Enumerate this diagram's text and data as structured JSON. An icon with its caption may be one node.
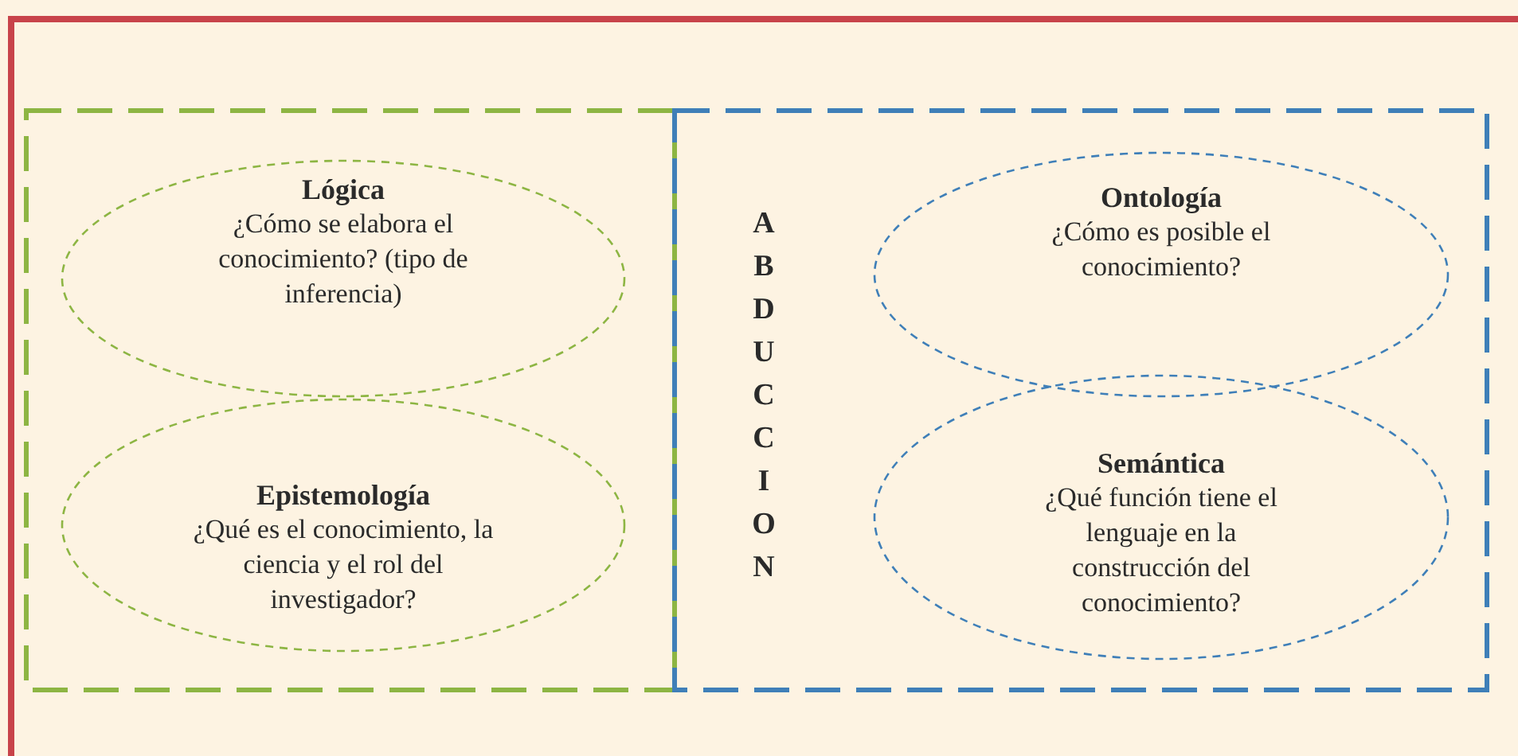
{
  "diagram": {
    "nodes": [
      {
        "text": [],
        "shape": "box"
      },
      {
        "text": [
          "Lógica",
          "¿Cómo se elabora el conocimiento? (tipo de inferencia)"
        ],
        "in": 0
      },
      {
        "text": [
          "Epistemología",
          "¿Qué es el conocimiento, la ciencia y el rol del investigador?"
        ],
        "in": 0
      },
      {
        "text": [],
        "shape": "box"
      },
      {
        "text": [
          "Ontología",
          "¿Cómo es posible el conocimiento?"
        ],
        "in": 3
      },
      {
        "text": [
          "Semántica",
          "¿Qué función tiene el lenguaje en la construcción del conocimiento?"
        ],
        "in": 3
      }
    ],
    "labels": [
      "ABDUCCION"
    ]
  }
}
